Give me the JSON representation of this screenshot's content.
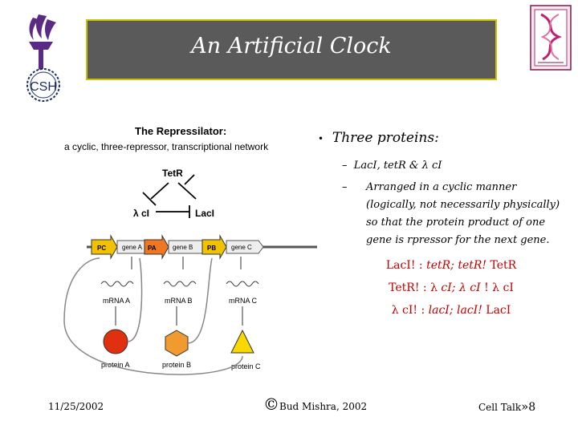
{
  "slide": {
    "title": "An Artificial Clock",
    "logo_left_text": "CSH"
  },
  "figure": {
    "heading": "The Repressilator:",
    "subheading": "a cyclic, three-repressor, transcriptional network",
    "labels": {
      "tetr": "TetR",
      "lambda_ci": "λ cI",
      "laci": "LacI",
      "pc": "PC",
      "gene_a": "gene A",
      "pa": "PA",
      "gene_b": "gene B",
      "pb": "PB",
      "gene_c": "gene C",
      "mrna_a": "mRNA A",
      "mrna_b": "mRNA B",
      "mrna_c": "mRNA C",
      "protein_a": "protein A",
      "protein_b": "protein B",
      "protein_c": "protein C"
    },
    "colors": {
      "promoter": "#f2c200",
      "pa_promoter": "#f07820",
      "protein_a": "#e03010",
      "protein_b": "#f09a30",
      "protein_c": "#f8d800"
    }
  },
  "bullets": {
    "main": "Three proteins:",
    "sub1": "LacI, tetR & λ cI",
    "sub2_lines": [
      "Arranged in a cyclic manner",
      "(logically, not necessarily physically)",
      "so that the protein product of one",
      "gene is rpressor for the next gene."
    ]
  },
  "equations": {
    "eq1_a": "LacI! :",
    "eq1_b": "tetR; tetR!",
    "eq1_c": "TetR",
    "eq2_a": "TetR! : λ",
    "eq2_b": "cI; λ cI",
    "eq2_c": "! λ cI",
    "eq3_a": "λ cI! :",
    "eq3_b": "lacI; lacI!",
    "eq3_c": "LacI"
  },
  "footer": {
    "date": "11/25/2002",
    "copyright_symbol": "©",
    "author": "Bud Mishra, 2002",
    "talk_label": "Cell Talk",
    "arrows": "»",
    "page_number": "8"
  }
}
